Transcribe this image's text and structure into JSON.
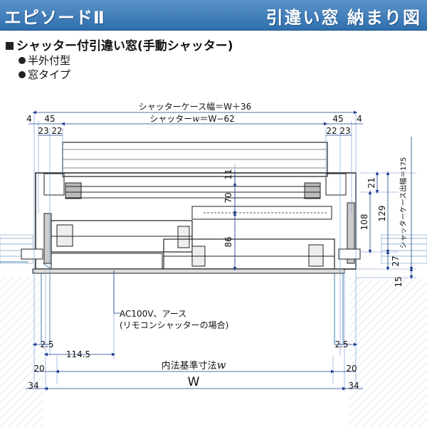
{
  "header": {
    "brand": "エピソードⅡ",
    "title": "引違い窓 納まり図"
  },
  "section": {
    "title": "シャッター付引違い窓(手動シャッター)",
    "bullets": [
      "半外付型",
      "窓タイプ"
    ]
  },
  "dimensions": {
    "case_width": "シャッターケース幅＝W＋36",
    "shutter_w_prefix": "シャッター",
    "shutter_w_var": "w",
    "shutter_w_suffix": "＝W−62",
    "left_top": [
      "4",
      "45",
      "23",
      "22"
    ],
    "right_top": [
      "45",
      "4",
      "22",
      "23"
    ],
    "d_11": "11",
    "d_70": "70",
    "d_86": "86",
    "d_21": "21",
    "d_108": "108",
    "d_129": "129",
    "d_27": "27",
    "d_15": "15",
    "case_out": "シャッターケース出幅＝175",
    "left_25": "2.5",
    "right_25": "2.5",
    "d_1145": "114.5",
    "left_20": "20",
    "right_20": "20",
    "inner_prefix": "内法基準寸法",
    "inner_var": "w",
    "left_34": "34",
    "right_34": "34",
    "W": "W"
  },
  "notes": {
    "ac_line1": "AC100V、アース",
    "ac_line2": "(リモコンシャッターの場合)"
  },
  "colors": {
    "header": "#3b7ab8",
    "dim_line": "#1d3d8f",
    "wall": "#3a7fb3"
  }
}
